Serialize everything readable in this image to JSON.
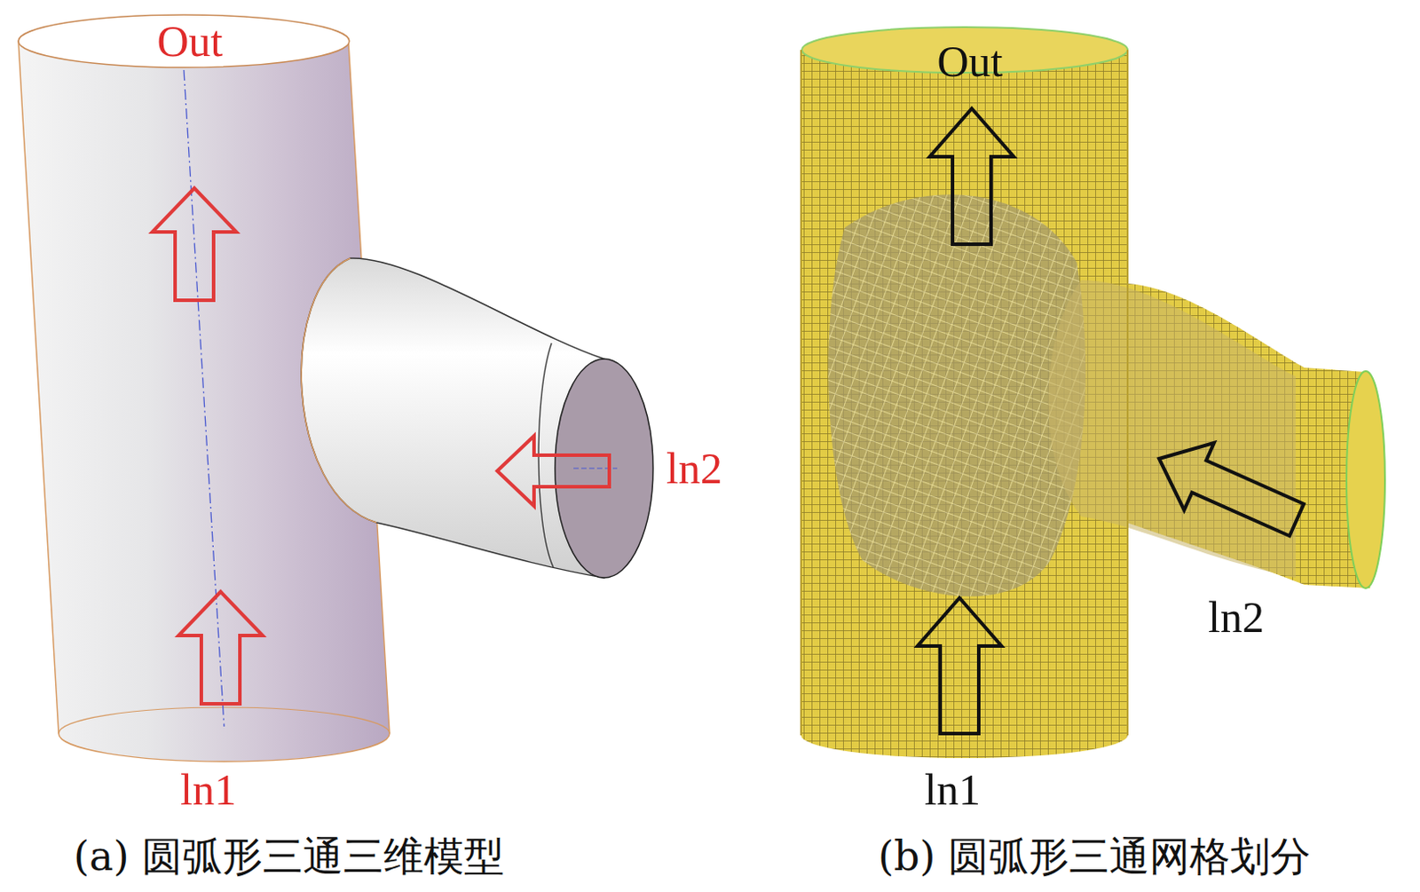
{
  "diagram": {
    "labels": [
      "Out",
      "ln2",
      "ln1",
      "Out",
      "ln2",
      "ln1",
      "(a) 圆弧形三通三维模型",
      "(b) 圆弧形三通网格划分"
    ]
  }
}
